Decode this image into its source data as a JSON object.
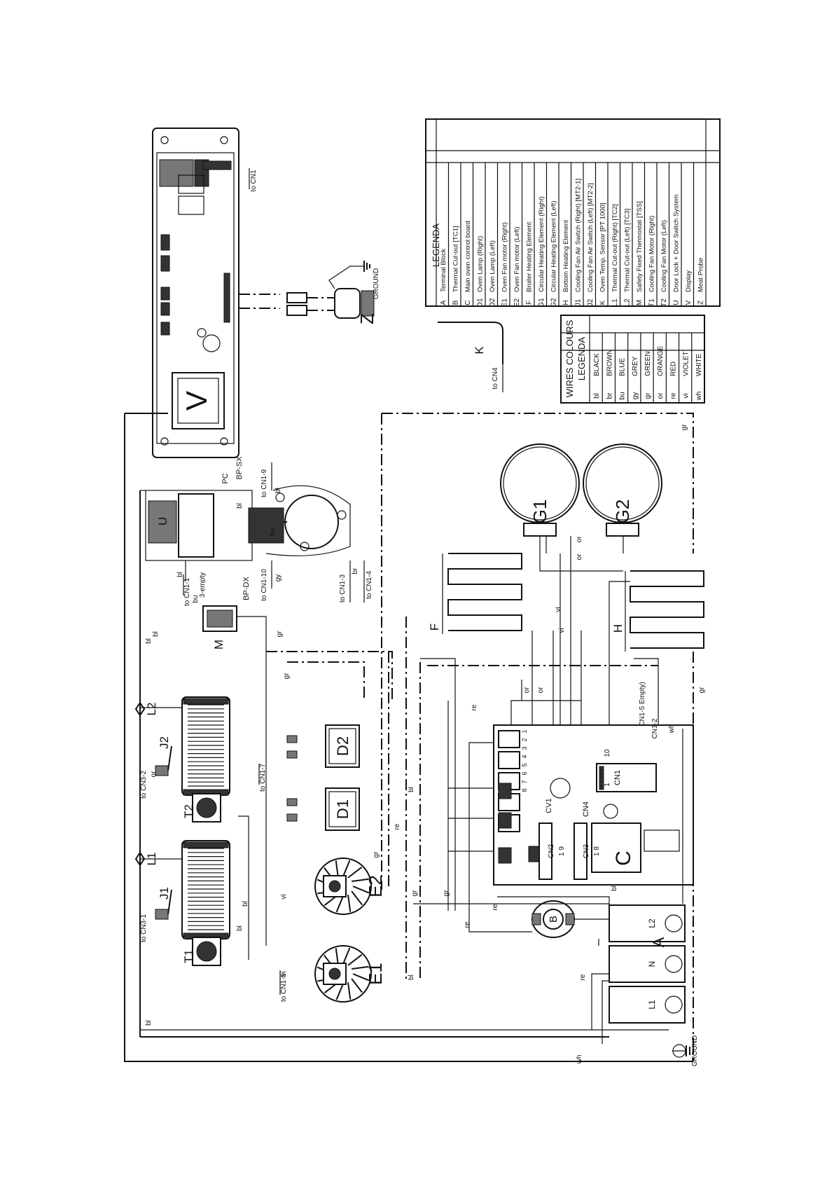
{
  "legend": {
    "title": "LEGENDA",
    "items": [
      {
        "code": "A",
        "desc": "Terminal Block"
      },
      {
        "code": "B",
        "desc": "Thermal Cut-out [TC1]"
      },
      {
        "code": "C",
        "desc": "Main oven control board"
      },
      {
        "code": "D1",
        "desc": "Oven Lamp (Right)"
      },
      {
        "code": "D2",
        "desc": "Oven Lamp (Left)"
      },
      {
        "code": "E1",
        "desc": "Oven Fan motor (Right)"
      },
      {
        "code": "E2",
        "desc": "Oven Fan motor (Left)"
      },
      {
        "code": "F",
        "desc": "Broiler Heating Element"
      },
      {
        "code": "G1",
        "desc": "Circular Heating Element (Right)"
      },
      {
        "code": "G2",
        "desc": "Circular Heating Element (Left)"
      },
      {
        "code": "H",
        "desc": "Bottom Heating Element"
      },
      {
        "code": "J1",
        "desc": "Cooling Fan Air Switch (Right) [MT2-1]"
      },
      {
        "code": "J2",
        "desc": "Cooling Fan Air Switch (Left) [MT2-2]"
      },
      {
        "code": "K",
        "desc": "Oven Temp. Sensor [PT 1000]"
      },
      {
        "code": "L1",
        "desc": "Thermal Cut-out (Right) [TC2]"
      },
      {
        "code": "L2",
        "desc": "Thermal Cut-out (Left) [TC3]"
      },
      {
        "code": "M",
        "desc": "Safety Fixed Thermostat [TSS]"
      },
      {
        "code": "T1",
        "desc": "Cooling Fan Motor (Right)"
      },
      {
        "code": "T2",
        "desc": "Cooling Fan Motor (Left)"
      },
      {
        "code": "U",
        "desc": "Door Lock + Door Switch System"
      },
      {
        "code": "V",
        "desc": "Display"
      },
      {
        "code": "Z",
        "desc": "Meat Probe"
      }
    ]
  },
  "wires": {
    "title_line1": "WIRES COLOURS",
    "title_line2": "LEGENDA",
    "items": [
      {
        "code": "bl",
        "name": "BLACK"
      },
      {
        "code": "br",
        "name": "BROWN"
      },
      {
        "code": "bu",
        "name": "BLUE"
      },
      {
        "code": "gy",
        "name": "GREY"
      },
      {
        "code": "gr",
        "name": "GREEN"
      },
      {
        "code": "or",
        "name": "ORANGE"
      },
      {
        "code": "re",
        "name": "RED"
      },
      {
        "code": "vi",
        "name": "VIOLET"
      },
      {
        "code": "wh",
        "name": "WHITE"
      }
    ]
  },
  "labels": {
    "A": "A",
    "B": "B",
    "C": "C",
    "D1": "D1",
    "D2": "D2",
    "E1": "E1",
    "E2": "E2",
    "F": "F",
    "G1": "G1",
    "G2": "G2",
    "H": "H",
    "J1": "J1",
    "J2": "J2",
    "K": "K",
    "L1": "L1",
    "L2": "L2",
    "M": "M",
    "T1": "T1",
    "T2": "T2",
    "U": "U",
    "V": "V",
    "Z": "Z",
    "PC": "PC",
    "BP_SX": "BP-SX",
    "BP_DX": "BP-DX",
    "ground": "GROUND",
    "to_cn1": "to CN1",
    "to_cn4": "to CN4",
    "to_cn1_9": "to CN1-9",
    "to_cn1_10": "to CN1-10",
    "to_cn1_1": "to CN1-1",
    "empty_3": "3-empty",
    "to_cn1_3": "to CN1-3",
    "to_cn1_4": "to CN1-4",
    "to_cn1_7": "to CN1-7",
    "to_cn1_8": "to CN1-8",
    "to_cn3_1": "to CN3-1",
    "to_cn3_2": "to CN3-2",
    "cn1_5_empty": "CN1-5 Empty)",
    "cn1_2": "CN1-2",
    "cn1": "CN1",
    "cn2": "CN2",
    "cn3": "CN3",
    "cn4": "CN4",
    "cv1": "CV1",
    "cn2_pins": "1 9",
    "cn3_pins": "1 8",
    "cn1_pin_10": "10",
    "cn1_pin_1": "1",
    "terminal_L1": "L1",
    "terminal_N": "N",
    "terminal_L2": "L2",
    "relay_pins": [
      "1",
      "2",
      "3",
      "4",
      "5",
      "6",
      "7",
      "8"
    ]
  },
  "wire_codes": {
    "bl": "bl",
    "br": "br",
    "bu": "bu",
    "gy": "gy",
    "gr": "gr",
    "or": "or",
    "re": "re",
    "vi": "vi",
    "wh": "wh"
  }
}
